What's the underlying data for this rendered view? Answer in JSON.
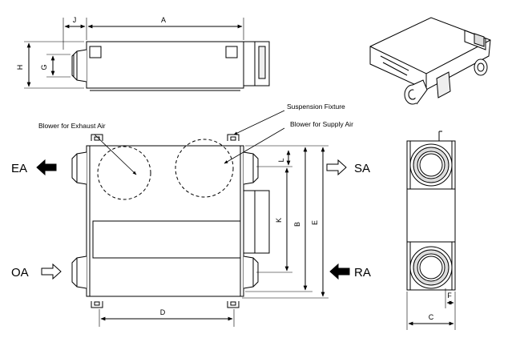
{
  "dimension_labels": {
    "A": "A",
    "B": "B",
    "C": "C",
    "D": "D",
    "E": "E",
    "F": "F",
    "G": "G",
    "H": "H",
    "J": "J",
    "K": "K",
    "L": "L"
  },
  "annotations": {
    "suspension_fixture": "Suspension Fixture",
    "blower_exhaust": "Blower for Exhaust Air",
    "blower_supply": "Blower for Supply Air"
  },
  "airflow_labels": {
    "ea": "EA",
    "oa": "OA",
    "sa": "SA",
    "ra": "RA"
  },
  "colors": {
    "line": "#000000",
    "shade": "#d9d9d9",
    "background": "#ffffff"
  }
}
